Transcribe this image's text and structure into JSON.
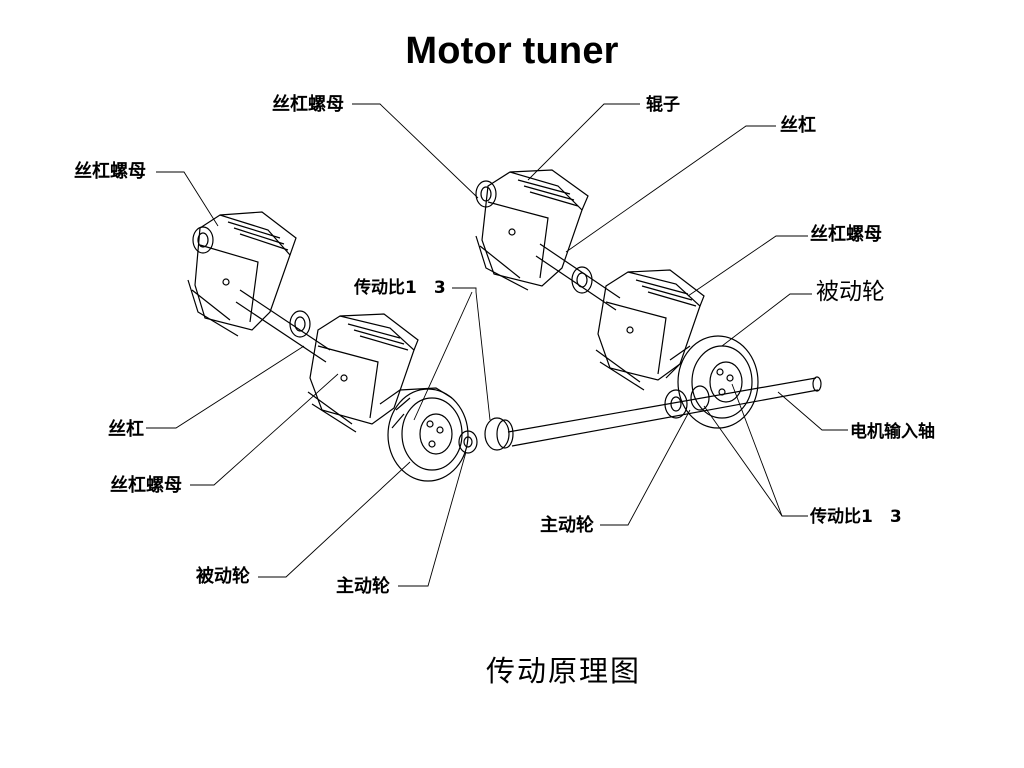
{
  "page": {
    "title": "Motor tuner",
    "caption": "传动原理图"
  },
  "labels": {
    "nut_top": "丝杠螺母",
    "roller": "辊子",
    "screw_top": "丝杠",
    "nut_left_top": "丝杠螺母",
    "nut_right": "丝杠螺母",
    "ratio_left": "传动比1　3",
    "driven_right": "被动轮",
    "screw_left": "丝杠",
    "motor_shaft": "电机输入轴",
    "nut_left_bottom": "丝杠螺母",
    "ratio_right": "传动比1　3",
    "drive_right": "主动轮",
    "driven_left": "被动轮",
    "drive_left": "主动轮"
  },
  "colors": {
    "line": "#000000",
    "background": "#ffffff"
  }
}
